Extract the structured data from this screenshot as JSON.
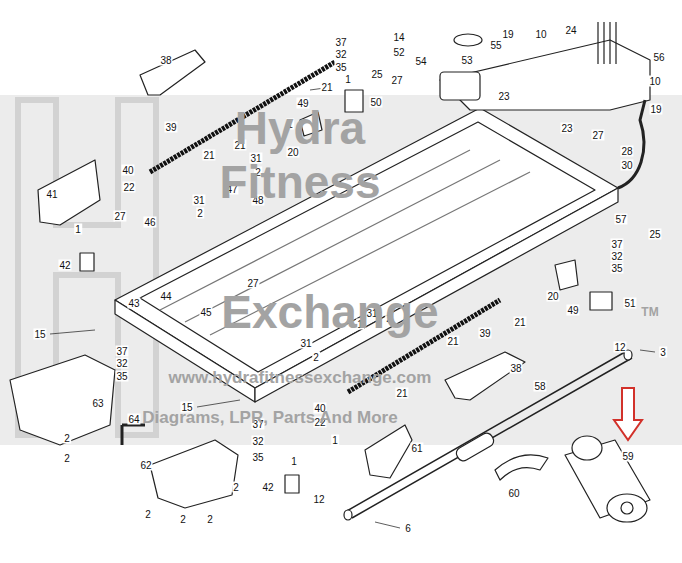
{
  "diagram": {
    "labels": [
      "38",
      "37",
      "14",
      "19",
      "10",
      "24",
      "32",
      "52",
      "55",
      "56",
      "35",
      "54",
      "1",
      "21",
      "25",
      "27",
      "53",
      "10",
      "23",
      "50",
      "19",
      "49",
      "1",
      "39",
      "21",
      "21",
      "40",
      "22",
      "41",
      "20",
      "31",
      "2",
      "31",
      "2",
      "47",
      "48",
      "27",
      "46",
      "1",
      "42",
      "23",
      "27",
      "28",
      "30",
      "57",
      "25",
      "37",
      "32",
      "35",
      "44",
      "43",
      "27",
      "45",
      "15",
      "37",
      "32",
      "35",
      "63",
      "15",
      "31",
      "2",
      "1",
      "31",
      "2",
      "20",
      "49",
      "51",
      "39",
      "21",
      "21",
      "38",
      "12",
      "3",
      "58",
      "21",
      "40",
      "22",
      "1",
      "37",
      "32",
      "35",
      "64",
      "2",
      "2",
      "62",
      "1",
      "2",
      "42",
      "2",
      "2",
      "2",
      "12",
      "61",
      "60",
      "59",
      "6",
      "Hydra",
      "Fitness",
      "Exchange",
      "TM",
      "www.hydrafitnessexchange.com",
      "Diagrams, LPR, Parts And More"
    ]
  }
}
